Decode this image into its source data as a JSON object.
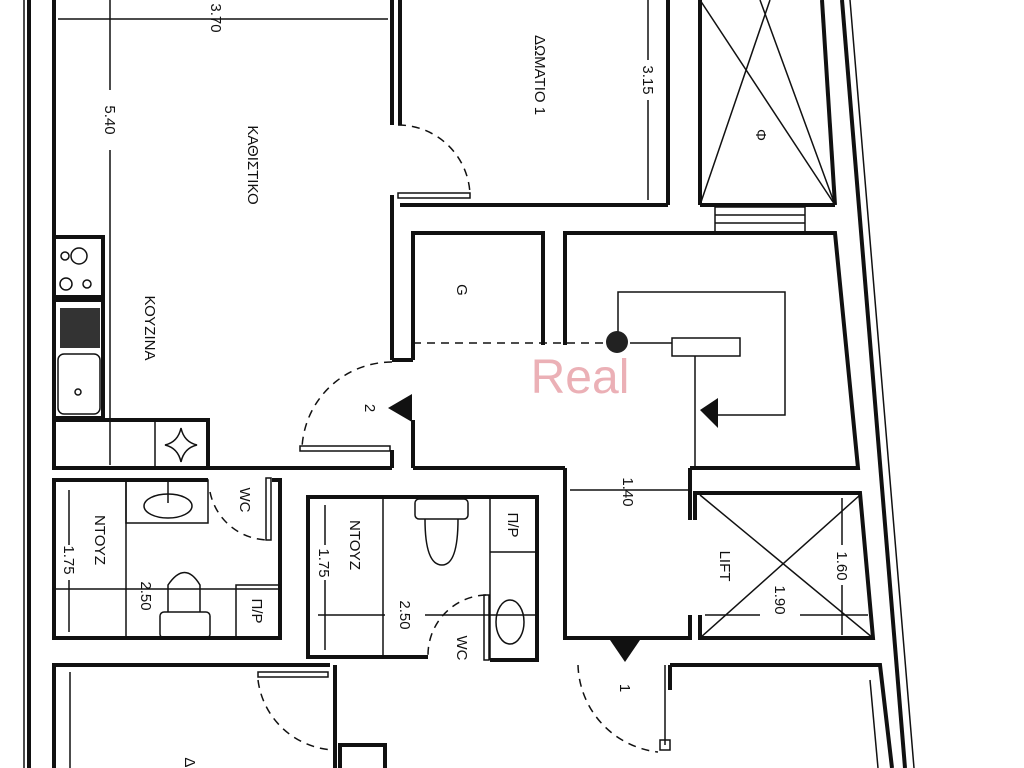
{
  "plan": {
    "rooms": {
      "living": "ΚΑΘΙΣΤΙΚΟ",
      "kitchen": "ΚΟΥΖΙΝΑ",
      "bedroom1": "ΔΩΜΑΤΙΟ 1",
      "shaft": "Φ",
      "storage": "G",
      "lift": "LIFT",
      "shower1": "ΝΤΟΥΖ",
      "shower2": "ΝΤΟΥΖ",
      "wc1": "WC",
      "wc2": "WC",
      "washer1": "Π/Ρ",
      "washer2": "Π/Ρ",
      "bedroom_bottom_partial": "ΔΩ"
    },
    "dimensions": {
      "living_width": "3.70",
      "living_length": "5.40",
      "bedroom1_width": "3.15",
      "corridor_width": "1.40",
      "lift_depth": "1.60",
      "lift_width": "1.90",
      "bath1_width": "1.75",
      "bath1_length": "2.50",
      "bath2_width": "1.75",
      "bath2_length": "2.50"
    },
    "doors": {
      "door2": "2",
      "door1": "1"
    },
    "watermark": "Real",
    "watermark_color": "#e8a3aa"
  }
}
